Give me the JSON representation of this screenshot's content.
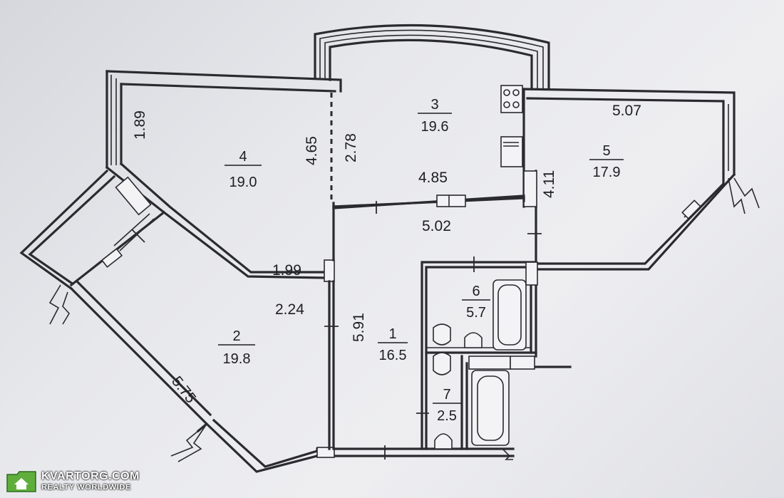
{
  "plan": {
    "rooms": [
      {
        "number": "1",
        "area": "16.5"
      },
      {
        "number": "2",
        "area": "19.8"
      },
      {
        "number": "3",
        "area": "19.6"
      },
      {
        "number": "4",
        "area": "19.0"
      },
      {
        "number": "5",
        "area": "17.9"
      },
      {
        "number": "6",
        "area": "5.7"
      },
      {
        "number": "7",
        "area": "2.5"
      }
    ],
    "dimensions": [
      "1.89",
      "4.65",
      "2.78",
      "5.07",
      "4.11",
      "4.85",
      "5.02",
      "1.99",
      "2.24",
      "5.91",
      "5.75"
    ]
  },
  "logo": {
    "name": "KVARTORG.COM",
    "tagline": "REALTY WORLDWIDE"
  }
}
